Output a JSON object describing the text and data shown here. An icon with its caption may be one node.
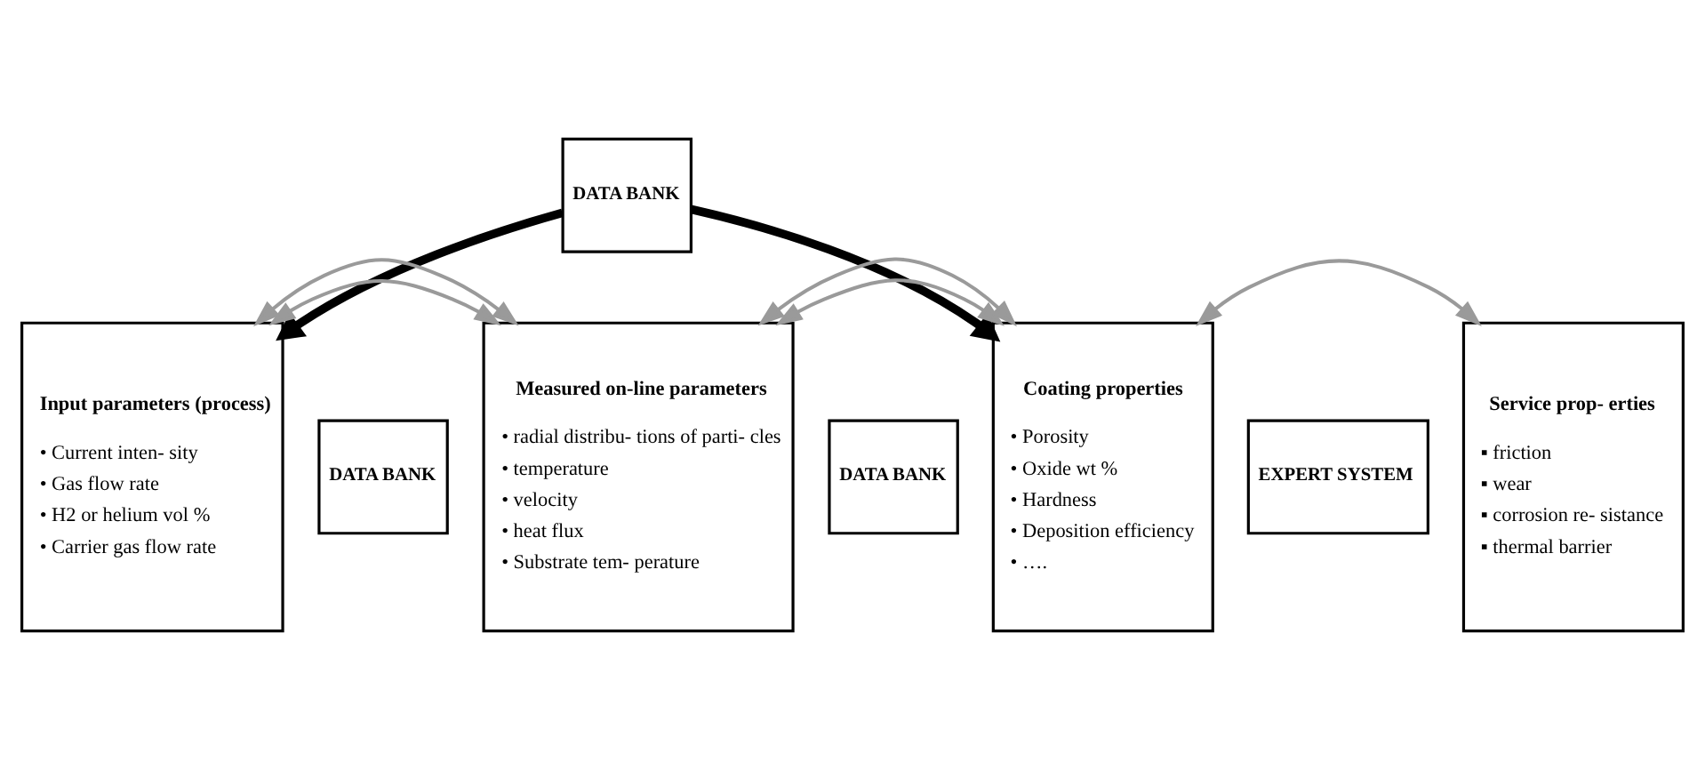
{
  "diagram": {
    "nodes": [
      {
        "text": [
          "DATA BANK"
        ]
      },
      {
        "text": [
          "Input parameters (process)",
          "• Current inten- sity",
          "• Gas flow rate",
          "• H2 or helium vol %",
          "• Carrier gas flow rate"
        ]
      },
      {
        "text": [
          "DATA BANK"
        ]
      },
      {
        "text": [
          "Measured on-line parameters",
          "• radial distribu- tions of parti- cles",
          "• temperature",
          "• velocity",
          "• heat flux",
          "• Substrate tem- perature"
        ]
      },
      {
        "text": [
          "DATA BANK"
        ]
      },
      {
        "text": [
          "Coating properties",
          "• Porosity",
          "• Oxide wt %",
          "• Hardness",
          "• Deposition efficiency",
          "• …."
        ]
      },
      {
        "text": [
          "EXPERT SYSTEM"
        ]
      },
      {
        "text": [
          "Service prop- erties",
          "▪ friction",
          "▪ wear",
          "▪ corrosion re- sistance",
          "▪ thermal barrier"
        ]
      }
    ],
    "edges": [
      {
        "from": 0,
        "to": 1,
        "arrow": "to",
        "style": "thick",
        "color": "#000000"
      },
      {
        "from": 0,
        "to": 5,
        "arrow": "to",
        "style": "thick",
        "color": "#000000"
      },
      {
        "from": 1,
        "to": 3,
        "arrow": "both"
      },
      {
        "from": 1,
        "to": 3,
        "arrow": "both"
      },
      {
        "from": 3,
        "to": 5,
        "arrow": "both"
      },
      {
        "from": 3,
        "to": 5,
        "arrow": "both"
      },
      {
        "from": 5,
        "to": 7,
        "arrow": "both"
      }
    ]
  }
}
